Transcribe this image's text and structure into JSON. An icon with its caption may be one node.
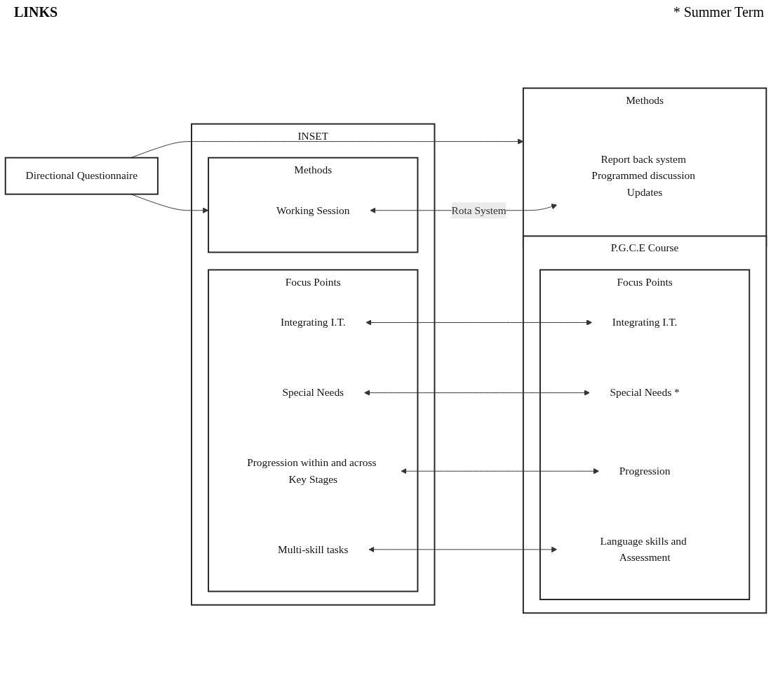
{
  "diagram": {
    "nodes": [
      {
        "text": [
          "INSET"
        ]
      },
      {
        "text": [
          "Focus Points"
        ],
        "in": 0
      },
      {
        "text": [
          "Integrating I.T."
        ],
        "in": 1
      },
      {
        "text": [
          "Special Needs"
        ],
        "in": 1
      },
      {
        "text": [
          "Progression within and across Key Stages"
        ],
        "in": 1
      },
      {
        "text": [
          "Multi-skill tasks"
        ],
        "in": 1
      },
      {
        "text": [
          "Methods"
        ],
        "in": 0
      },
      {
        "text": [
          "Working Session"
        ],
        "in": 6
      },
      {
        "text": [
          "P.G.C.E Course"
        ]
      },
      {
        "text": [
          "Focus Points"
        ],
        "in": 8
      },
      {
        "text": [
          "Integrating I.T."
        ],
        "in": 9
      },
      {
        "text": [
          "Special Needs *"
        ],
        "in": 9
      },
      {
        "text": [
          "Progression"
        ],
        "in": 9
      },
      {
        "text": [
          "Language skills and Assessment"
        ],
        "in": 9
      },
      {
        "text": [
          "Methods"
        ]
      },
      {
        "text": [
          "Report back system Programmed discussion Updates"
        ],
        "in": 14
      },
      {
        "text": [
          "Directional Questionnaire"
        ]
      }
    ],
    "edges": [
      {
        "from": 2,
        "to": 10,
        "arrow": "both"
      },
      {
        "from": 3,
        "to": 11,
        "arrow": "both"
      },
      {
        "from": 4,
        "to": 12,
        "arrow": "both"
      },
      {
        "from": 5,
        "to": 13,
        "arrow": "both"
      },
      {
        "from": 16,
        "to": 6,
        "arrow": "to"
      },
      {
        "from": 16,
        "to": 14,
        "arrow": "to"
      },
      {
        "from": 7,
        "to": 15,
        "arrow": "both",
        "label": "Rota System"
      }
    ],
    "labels": [
      "LINKS",
      "* Summer Term"
    ]
  }
}
